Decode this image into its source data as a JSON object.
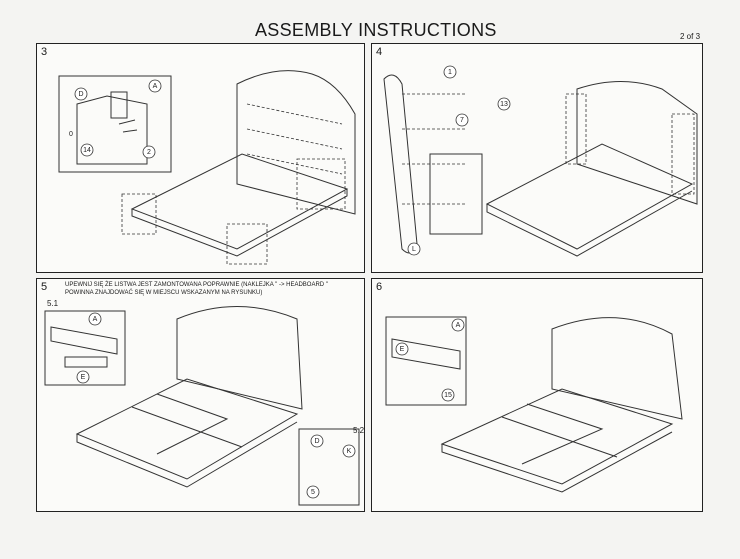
{
  "header": {
    "title": "ASSEMBLY INSTRUCTIONS",
    "page": "2 of 3"
  },
  "panels": [
    {
      "number": "3",
      "callouts": [
        "D",
        "A",
        "0",
        "14",
        "2"
      ]
    },
    {
      "number": "4",
      "callouts": [
        "1",
        "13",
        "7",
        "L"
      ]
    },
    {
      "number": "5",
      "sub_a": "5.1",
      "sub_b": "5.2",
      "note_line1": "UPEWNIJ SIĘ ŻE LISTWA JEST ZAMONTOWANA POPRAWNIE (NAKLEJKA \" -> HEADBOARD \"",
      "note_line2": "POWINNA ZNAJDOWAĆ SIĘ W MIEJSCU WSKAZANYM NA RYSUNKU)",
      "callouts": [
        "A",
        "E",
        "D",
        "K",
        "5"
      ]
    },
    {
      "number": "6",
      "callouts": [
        "A",
        "E",
        "15"
      ]
    }
  ]
}
